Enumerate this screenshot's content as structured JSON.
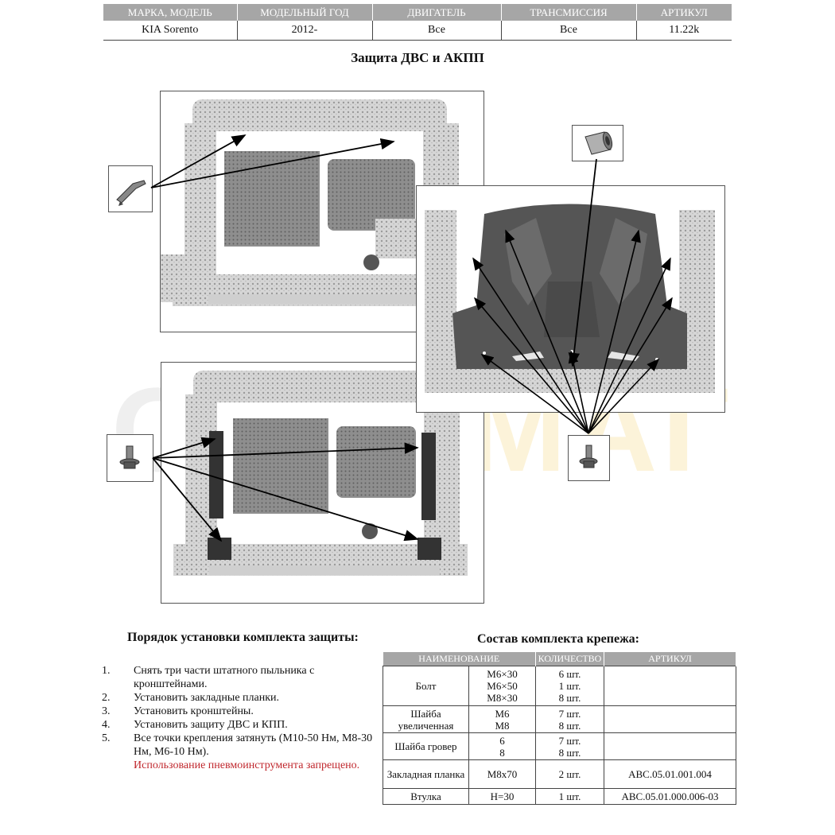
{
  "spec": {
    "headers": [
      "МАРКА, МОДЕЛЬ",
      "МОДЕЛЬНЫЙ ГОД",
      "ДВИГАТЕЛЬ",
      "ТРАНСМИССИЯ",
      "АРТИКУЛ"
    ],
    "values": [
      "KIA Sorento",
      "2012-",
      "Все",
      "Все",
      "11.22k"
    ]
  },
  "title": "Защита ДВС и АКПП",
  "watermark": {
    "a": "ОРЕ",
    "b": "СМАГ"
  },
  "install": {
    "heading": "Порядок установки комплекта защиты:",
    "steps": [
      {
        "num": "1.",
        "text": "Снять три части штатного пыльника с кронштейнами."
      },
      {
        "num": "2.",
        "text": "Установить закладные планки."
      },
      {
        "num": "3.",
        "text": "Установить кронштейны."
      },
      {
        "num": "4.",
        "text": "Установить защиту ДВС и КПП."
      },
      {
        "num": "5.",
        "text": "Все точки крепления затянуть (М10-50 Нм, М8-30 Нм, М6-10 Нм)."
      }
    ],
    "warning": "Использование пневмоинструмента запрещено."
  },
  "fasteners": {
    "heading": "Состав комплекта крепежа:",
    "headers": [
      "НАИМЕНОВАНИЕ",
      "КОЛИЧЕСТВО",
      "АРТИКУЛ"
    ],
    "rows": [
      {
        "name": "Болт",
        "sizes": [
          "M6×30",
          "M6×50",
          "M8×30"
        ],
        "qty": [
          "6 шт.",
          "1 шт.",
          "8 шт."
        ],
        "sku": ""
      },
      {
        "name": "Шайба увеличенная",
        "sizes": [
          "M6",
          "M8"
        ],
        "qty": [
          "7 шт.",
          "8 шт."
        ],
        "sku": ""
      },
      {
        "name": "Шайба гровер",
        "sizes": [
          "6",
          "8"
        ],
        "qty": [
          "7 шт.",
          "8 шт."
        ],
        "sku": ""
      },
      {
        "name": "Закладная планка",
        "sizes": [
          "M8x70"
        ],
        "qty": [
          "2 шт."
        ],
        "sku": "ABC.05.01.001.004"
      },
      {
        "name": "Втулка",
        "sizes": [
          "H=30"
        ],
        "qty": [
          "1 шт."
        ],
        "sku": "ABC.05.01.000.006-03"
      }
    ]
  }
}
